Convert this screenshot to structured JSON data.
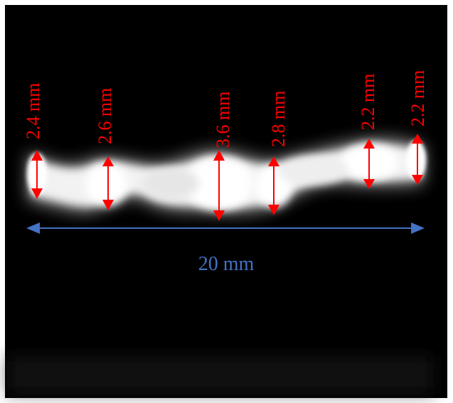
{
  "measurements": {
    "widths": [
      "2.4 mm",
      "2.6 mm",
      "3.6 mm",
      "2.8 mm",
      "2.2 mm",
      "2.2 mm"
    ],
    "length": "20 mm"
  },
  "colors": {
    "background": "#000000",
    "beam": "#ffffff",
    "width_arrow": "#ff0000",
    "length_arrow": "#4472c4"
  }
}
